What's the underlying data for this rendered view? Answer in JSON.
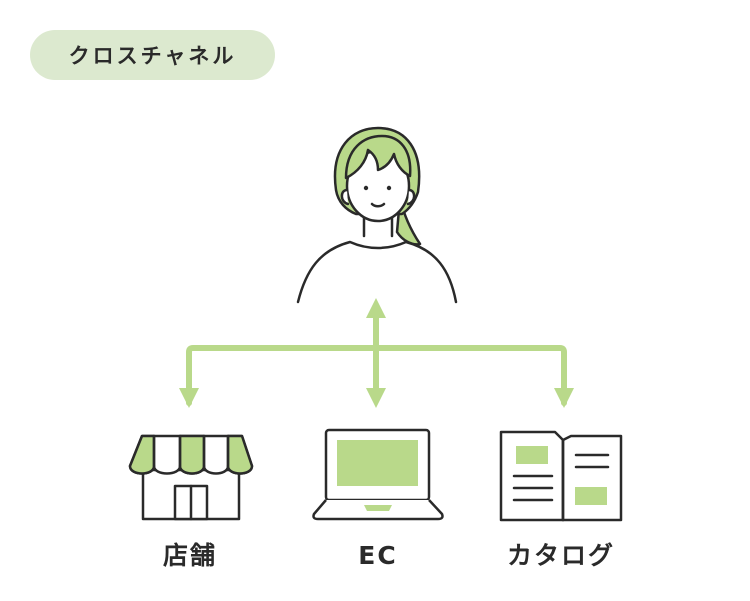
{
  "badge": {
    "text": "クロスチャネル"
  },
  "channels": [
    {
      "label": "店舗",
      "icon": "storefront-icon"
    },
    {
      "label": "EC",
      "icon": "laptop-icon"
    },
    {
      "label": "カタログ",
      "icon": "catalog-icon"
    }
  ],
  "center_icon": "customer-icon",
  "colors": {
    "accent": "#b9d98a",
    "badge_bg": "#dce9cf",
    "line": "#2a2a2a"
  }
}
